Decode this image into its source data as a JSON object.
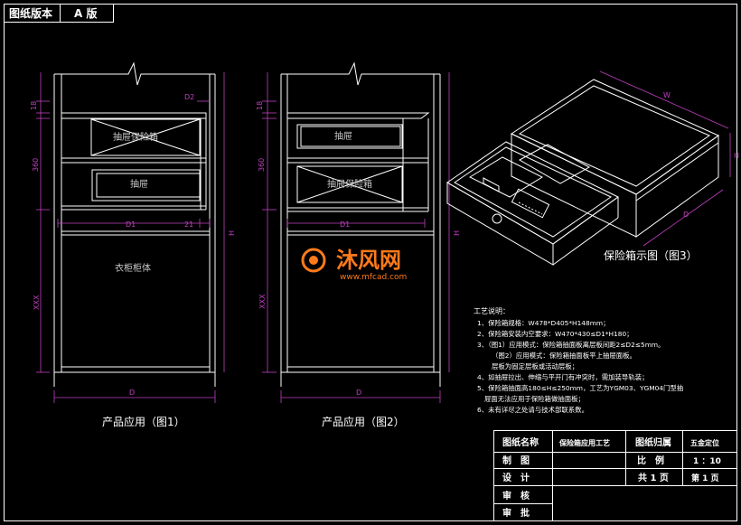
{
  "header": {
    "label": "图纸版本",
    "value": "A 版"
  },
  "fig1": {
    "caption": "产品应用（图1）",
    "upper_box": "抽屉保险箱",
    "lower_box": "抽屉",
    "cabinet_label": "衣柜柜体",
    "dims": {
      "top": "18",
      "d2": "D2",
      "h360": "360",
      "d1": "D1",
      "d21": "21",
      "h": "H",
      "xxx": "XXX",
      "d": "D"
    }
  },
  "fig2": {
    "caption": "产品应用（图2）",
    "upper_box": "抽屉",
    "lower_box": "抽屉保险箱",
    "dims": {
      "top": "18",
      "h360": "360",
      "d1": "D1",
      "h": "H",
      "xxx": "XXX",
      "d": "D"
    }
  },
  "fig3": {
    "caption": "保险箱示图（图3）",
    "dims": {
      "w": "W",
      "h": "H",
      "d": "D"
    }
  },
  "watermark": {
    "brand": "沐风网",
    "url": "www.mfcad.com"
  },
  "notes": {
    "title": "工艺说明：",
    "lines": [
      "1、保险箱规格：W478*D405*H148mm；",
      "2、保险箱安装内空要求：W470*430≤D1*H180；",
      "3、（图1）应用模式：保险箱抽面板离层板间距2≤D2≤5mm。",
      "（图2）应用模式：保险箱抽面板平上抽屉面板。",
      "层板为固定层板或活动层板；",
      "4、如抽屉拉出、伸缩与平开门有冲突时，需加装导轨装；",
      "5、保险箱抽面高180≤H≤250mm，工艺为YGM03、YGM04门型抽",
      "屉面无法应用于保险箱做抽面板；",
      "6、未有详尽之处请与技术部联系数。"
    ]
  },
  "title_block": {
    "r1c1": "图纸名称",
    "r1c2": "保险箱应用工艺",
    "r1c3": "图纸归属",
    "r1c4": "五金定位",
    "r2c1": "制　图",
    "r2c3": "比　例",
    "r2c4": "1 ：10",
    "r3c1": "设　计",
    "r3c3": "共 1 页",
    "r3c4": "第 1 页",
    "r4c1": "审　核",
    "r5c1": "审　批"
  },
  "colors": {
    "line": "#ffffff",
    "dim": "#c040c0",
    "mid": "#b4b4b4",
    "watermark": "#ff7a1a"
  }
}
